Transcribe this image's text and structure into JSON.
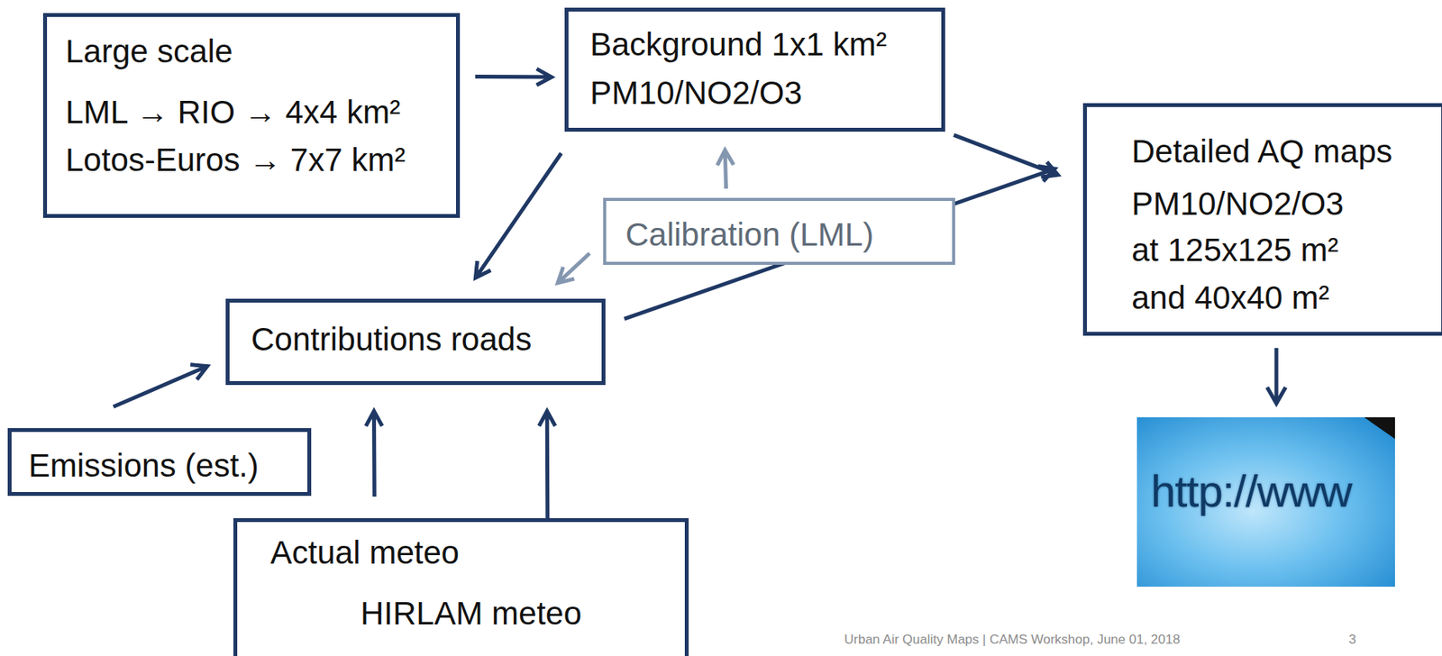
{
  "diagram": {
    "nodes": [
      {
        "text": [
          "Large scale",
          "LML → RIO → 4x4 km²",
          "Lotos-Euros → 7x7 km²"
        ]
      },
      {
        "text": [
          "Background 1x1 km²",
          "PM10/NO2/O3"
        ]
      },
      {
        "text": [
          "Calibration (LML)"
        ]
      },
      {
        "text": [
          "Detailed AQ maps",
          "PM10/NO2/O3",
          "at 125x125 m²",
          "and 40x40 m²"
        ]
      },
      {
        "text": [
          "Contributions roads"
        ]
      },
      {
        "text": [
          "Emissions (est.)"
        ]
      },
      {
        "text": [
          "Actual meteo",
          "HIRLAM meteo"
        ]
      }
    ],
    "edges": [
      {
        "from": 0,
        "to": 1,
        "arrow": "to"
      },
      {
        "from": 1,
        "to": 3,
        "arrow": "to"
      },
      {
        "from": 1,
        "to": 4,
        "arrow": "to"
      },
      {
        "from": 2,
        "to": 1,
        "arrow": "to"
      },
      {
        "from": 2,
        "to": 4,
        "arrow": "to"
      },
      {
        "from": 4,
        "to": 3,
        "arrow": "to"
      },
      {
        "from": 5,
        "to": 4,
        "arrow": "to"
      },
      {
        "from": 6,
        "to": 4,
        "arrow": "to"
      },
      {
        "from": 6,
        "to": 4,
        "arrow": "to"
      }
    ],
    "labels": [
      "http://www",
      "Urban Air Quality Maps | CAMS Workshop, June 01, 2018",
      "3"
    ]
  }
}
